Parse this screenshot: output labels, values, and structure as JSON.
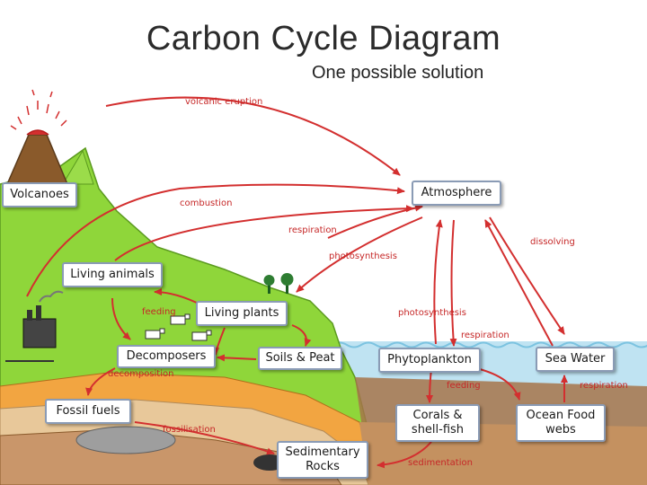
{
  "title": "Carbon Cycle Diagram",
  "subtitle": "One possible solution",
  "boxes": {
    "volcanoes": "Volcanoes",
    "atmosphere": "Atmosphere",
    "living_animals": "Living animals",
    "living_plants": "Living plants",
    "decomposers": "Decomposers",
    "soils_peat": "Soils & Peat",
    "phytoplankton": "Phytoplankton",
    "sea_water": "Sea Water",
    "fossil_fuels": "Fossil fuels",
    "corals_shellfish": "Corals & shell-fish",
    "ocean_food_webs": "Ocean Food webs",
    "sedimentary_rocks": "Sedimentary Rocks"
  },
  "labels": {
    "volcanic_eruption": "volcanic eruption",
    "combustion": "combustion",
    "respiration_1": "respiration",
    "photosynthesis_1": "photosynthesis",
    "dissolving": "dissolving",
    "feeding_1": "feeding",
    "photosynthesis_2": "photosynthesis",
    "respiration_2": "respiration",
    "decomposition": "decomposition",
    "feeding_2": "feeding",
    "respiration_3": "respiration",
    "fossilisation": "fossilisation",
    "sedimentation": "sedimentation"
  },
  "colors": {
    "arrow": "#d32f2f",
    "label": "#c62828",
    "land": "#8fd63a",
    "sea": "#bfe3f2",
    "volcano": "#8a5a2b",
    "box_border": "#8a9bb5"
  }
}
